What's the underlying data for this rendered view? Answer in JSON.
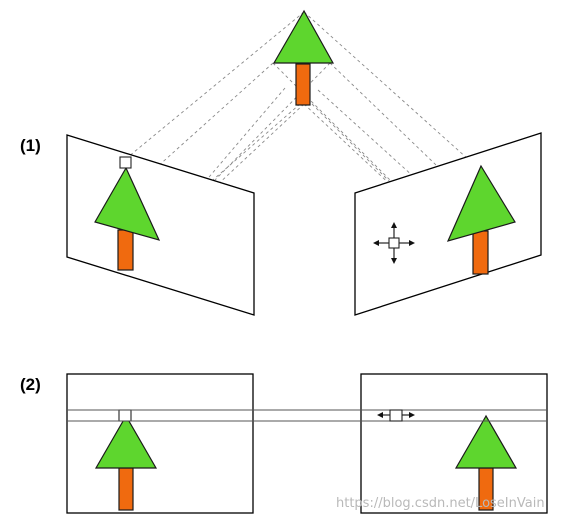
{
  "labels": {
    "step1": "(1)",
    "step2": "(2)"
  },
  "watermark": "https://blog.csdn.net/LoseInVain",
  "icons": {
    "tree": "tree-icon",
    "search_window": "square-window-icon",
    "move_all": "four-way-arrows-icon",
    "move_horizontal": "two-way-horizontal-arrows-icon"
  },
  "colors": {
    "foliage": "#5ed62e",
    "trunk": "#f06a0f",
    "rays": "#8a8a8a"
  }
}
